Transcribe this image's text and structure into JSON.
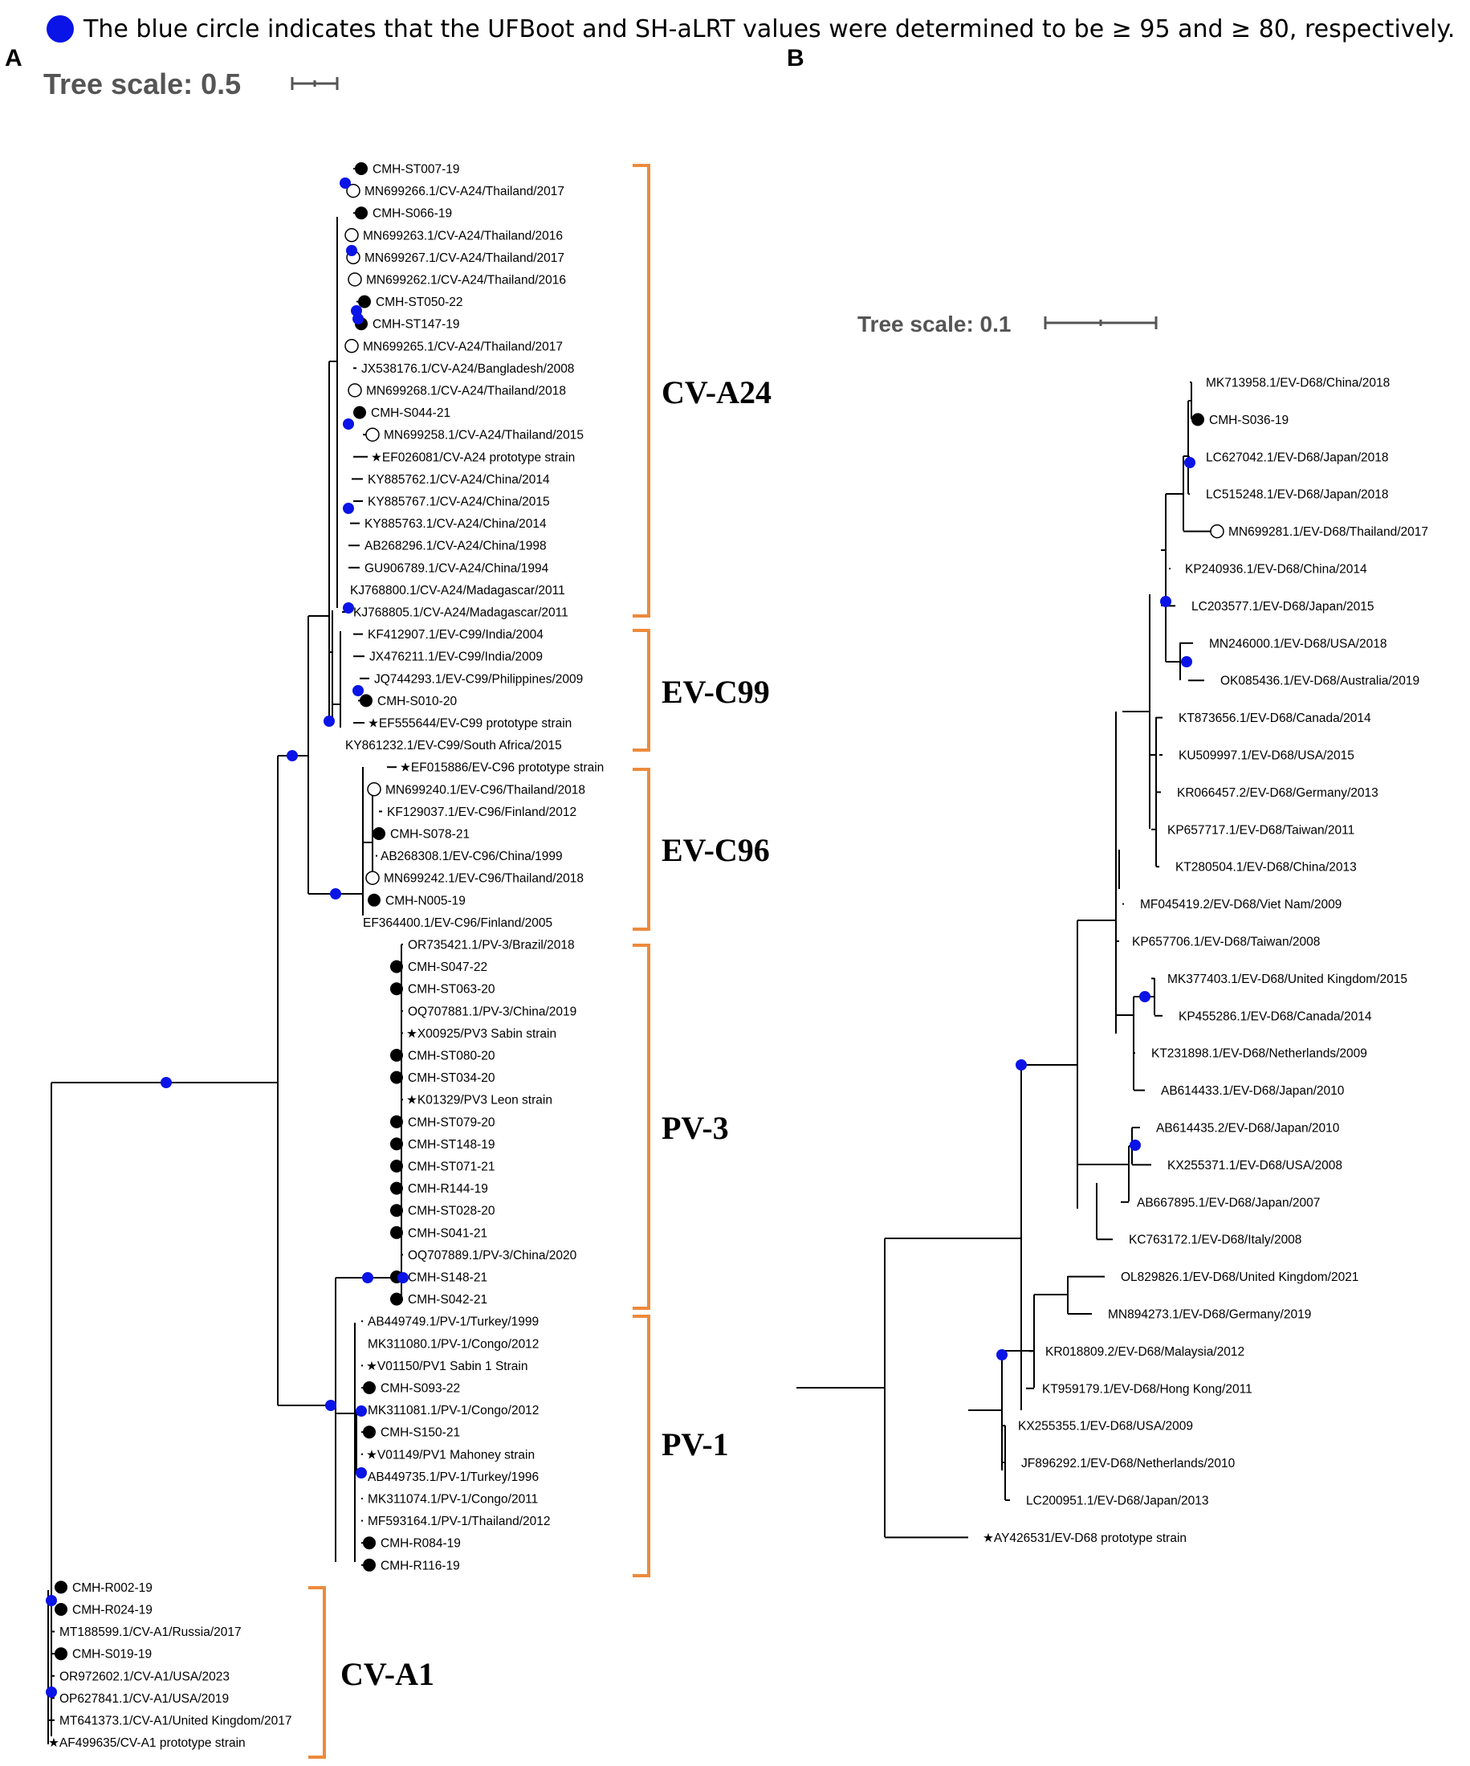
{
  "legend": {
    "text": "The blue circle indicates that the UFBoot and SH-aLRT values were determined to be ≥ 95 and ≥ 80, respectively."
  },
  "panel_a": {
    "label": "A",
    "scale_label": "Tree scale: 0.5",
    "clades": {
      "cva24": "CV-A24",
      "evc99": "EV-C99",
      "evc96": "EV-C96",
      "pv3": "PV-3",
      "pv1": "PV-1",
      "cva1": "CV-A1"
    },
    "tips": [
      {
        "name": "CMH-ST007-19",
        "marker": "filled"
      },
      {
        "name": "MN699266.1/CV-A24/Thailand/2017",
        "marker": "open"
      },
      {
        "name": "CMH-S066-19",
        "marker": "filled"
      },
      {
        "name": "MN699263.1/CV-A24/Thailand/2016",
        "marker": "open"
      },
      {
        "name": "MN699267.1/CV-A24/Thailand/2017",
        "marker": "open"
      },
      {
        "name": "MN699262.1/CV-A24/Thailand/2016",
        "marker": "open"
      },
      {
        "name": "CMH-ST050-22",
        "marker": "filled"
      },
      {
        "name": "CMH-ST147-19",
        "marker": "filled"
      },
      {
        "name": "MN699265.1/CV-A24/Thailand/2017",
        "marker": "open"
      },
      {
        "name": "JX538176.1/CV-A24/Bangladesh/2008",
        "marker": "none"
      },
      {
        "name": "MN699268.1/CV-A24/Thailand/2018",
        "marker": "open"
      },
      {
        "name": "CMH-S044-21",
        "marker": "filled"
      },
      {
        "name": "MN699258.1/CV-A24/Thailand/2015",
        "marker": "open"
      },
      {
        "name": "EF026081/CV-A24 prototype strain",
        "marker": "star"
      },
      {
        "name": "KY885762.1/CV-A24/China/2014",
        "marker": "none"
      },
      {
        "name": "KY885767.1/CV-A24/China/2015",
        "marker": "none"
      },
      {
        "name": "KY885763.1/CV-A24/China/2014",
        "marker": "none"
      },
      {
        "name": "AB268296.1/CV-A24/China/1998",
        "marker": "none"
      },
      {
        "name": "GU906789.1/CV-A24/China/1994",
        "marker": "none"
      },
      {
        "name": "KJ768800.1/CV-A24/Madagascar/2011",
        "marker": "none"
      },
      {
        "name": "KJ768805.1/CV-A24/Madagascar/2011",
        "marker": "none"
      },
      {
        "name": "KF412907.1/EV-C99/India/2004",
        "marker": "none"
      },
      {
        "name": "JX476211.1/EV-C99/India/2009",
        "marker": "none"
      },
      {
        "name": "JQ744293.1/EV-C99/Philippines/2009",
        "marker": "none"
      },
      {
        "name": "CMH-S010-20",
        "marker": "filled"
      },
      {
        "name": "EF555644/EV-C99 prototype strain",
        "marker": "star"
      },
      {
        "name": "KY861232.1/EV-C99/South Africa/2015",
        "marker": "none"
      },
      {
        "name": "EF015886/EV-C96 prototype strain",
        "marker": "star"
      },
      {
        "name": "MN699240.1/EV-C96/Thailand/2018",
        "marker": "open"
      },
      {
        "name": "KF129037.1/EV-C96/Finland/2012",
        "marker": "none"
      },
      {
        "name": "CMH-S078-21",
        "marker": "filled"
      },
      {
        "name": "AB268308.1/EV-C96/China/1999",
        "marker": "none"
      },
      {
        "name": "MN699242.1/EV-C96/Thailand/2018",
        "marker": "open"
      },
      {
        "name": "CMH-N005-19",
        "marker": "filled"
      },
      {
        "name": "EF364400.1/EV-C96/Finland/2005",
        "marker": "none"
      },
      {
        "name": "OR735421.1/PV-3/Brazil/2018",
        "marker": "none"
      },
      {
        "name": "CMH-S047-22",
        "marker": "filled"
      },
      {
        "name": "CMH-ST063-20",
        "marker": "filled"
      },
      {
        "name": "OQ707881.1/PV-3/China/2019",
        "marker": "none"
      },
      {
        "name": "X00925/PV3 Sabin strain",
        "marker": "star"
      },
      {
        "name": "CMH-ST080-20",
        "marker": "filled"
      },
      {
        "name": "CMH-ST034-20",
        "marker": "filled"
      },
      {
        "name": "K01329/PV3 Leon strain",
        "marker": "star"
      },
      {
        "name": "CMH-ST079-20",
        "marker": "filled"
      },
      {
        "name": "CMH-ST148-19",
        "marker": "filled"
      },
      {
        "name": "CMH-ST071-21",
        "marker": "filled"
      },
      {
        "name": "CMH-R144-19",
        "marker": "filled"
      },
      {
        "name": "CMH-ST028-20",
        "marker": "filled"
      },
      {
        "name": "CMH-S041-21",
        "marker": "filled"
      },
      {
        "name": "OQ707889.1/PV-3/China/2020",
        "marker": "none"
      },
      {
        "name": "CMH-S148-21",
        "marker": "filled"
      },
      {
        "name": "CMH-S042-21",
        "marker": "filled"
      },
      {
        "name": "AB449749.1/PV-1/Turkey/1999",
        "marker": "none"
      },
      {
        "name": "MK311080.1/PV-1/Congo/2012",
        "marker": "none"
      },
      {
        "name": "V01150/PV1 Sabin 1 Strain",
        "marker": "star"
      },
      {
        "name": "CMH-S093-22",
        "marker": "filled"
      },
      {
        "name": "MK311081.1/PV-1/Congo/2012",
        "marker": "none"
      },
      {
        "name": "CMH-S150-21",
        "marker": "filled"
      },
      {
        "name": "V01149/PV1 Mahoney strain",
        "marker": "star"
      },
      {
        "name": "AB449735.1/PV-1/Turkey/1996",
        "marker": "none"
      },
      {
        "name": "MK311074.1/PV-1/Congo/2011",
        "marker": "none"
      },
      {
        "name": "MF593164.1/PV-1/Thailand/2012",
        "marker": "none"
      },
      {
        "name": "CMH-R084-19",
        "marker": "filled"
      },
      {
        "name": "CMH-R116-19",
        "marker": "filled"
      },
      {
        "name": "CMH-R002-19",
        "marker": "filled"
      },
      {
        "name": "CMH-R024-19",
        "marker": "filled"
      },
      {
        "name": "MT188599.1/CV-A1/Russia/2017",
        "marker": "none"
      },
      {
        "name": "CMH-S019-19",
        "marker": "filled"
      },
      {
        "name": "OR972602.1/CV-A1/USA/2023",
        "marker": "none"
      },
      {
        "name": "OP627841.1/CV-A1/USA/2019",
        "marker": "none"
      },
      {
        "name": "MT641373.1/CV-A1/United Kingdom/2017",
        "marker": "none"
      },
      {
        "name": "AF499635/CV-A1 prototype strain",
        "marker": "star"
      }
    ]
  },
  "panel_b": {
    "label": "B",
    "scale_label": "Tree scale: 0.1",
    "tips": [
      {
        "name": "MK713958.1/EV-D68/China/2018",
        "marker": "none"
      },
      {
        "name": "CMH-S036-19",
        "marker": "filled"
      },
      {
        "name": "LC627042.1/EV-D68/Japan/2018",
        "marker": "none"
      },
      {
        "name": "LC515248.1/EV-D68/Japan/2018",
        "marker": "none"
      },
      {
        "name": "MN699281.1/EV-D68/Thailand/2017",
        "marker": "open"
      },
      {
        "name": "KP240936.1/EV-D68/China/2014",
        "marker": "none"
      },
      {
        "name": "LC203577.1/EV-D68/Japan/2015",
        "marker": "none"
      },
      {
        "name": "MN246000.1/EV-D68/USA/2018",
        "marker": "none"
      },
      {
        "name": "OK085436.1/EV-D68/Australia/2019",
        "marker": "none"
      },
      {
        "name": "KT873656.1/EV-D68/Canada/2014",
        "marker": "none"
      },
      {
        "name": "KU509997.1/EV-D68/USA/2015",
        "marker": "none"
      },
      {
        "name": "KR066457.2/EV-D68/Germany/2013",
        "marker": "none"
      },
      {
        "name": "KP657717.1/EV-D68/Taiwan/2011",
        "marker": "none"
      },
      {
        "name": "KT280504.1/EV-D68/China/2013",
        "marker": "none"
      },
      {
        "name": "MF045419.2/EV-D68/Viet Nam/2009",
        "marker": "none"
      },
      {
        "name": "KP657706.1/EV-D68/Taiwan/2008",
        "marker": "none"
      },
      {
        "name": "MK377403.1/EV-D68/United Kingdom/2015",
        "marker": "none"
      },
      {
        "name": "KP455286.1/EV-D68/Canada/2014",
        "marker": "none"
      },
      {
        "name": "KT231898.1/EV-D68/Netherlands/2009",
        "marker": "none"
      },
      {
        "name": "AB614433.1/EV-D68/Japan/2010",
        "marker": "none"
      },
      {
        "name": "AB614435.2/EV-D68/Japan/2010",
        "marker": "none"
      },
      {
        "name": "KX255371.1/EV-D68/USA/2008",
        "marker": "none"
      },
      {
        "name": "AB667895.1/EV-D68/Japan/2007",
        "marker": "none"
      },
      {
        "name": "KC763172.1/EV-D68/Italy/2008",
        "marker": "none"
      },
      {
        "name": "OL829826.1/EV-D68/United Kingdom/2021",
        "marker": "none"
      },
      {
        "name": "MN894273.1/EV-D68/Germany/2019",
        "marker": "none"
      },
      {
        "name": "KR018809.2/EV-D68/Malaysia/2012",
        "marker": "none"
      },
      {
        "name": "KT959179.1/EV-D68/Hong Kong/2011",
        "marker": "none"
      },
      {
        "name": "KX255355.1/EV-D68/USA/2009",
        "marker": "none"
      },
      {
        "name": "JF896292.1/EV-D68/Netherlands/2010",
        "marker": "none"
      },
      {
        "name": "LC200951.1/EV-D68/Japan/2013",
        "marker": "none"
      },
      {
        "name": "AY426531/EV-D68 prototype strain",
        "marker": "star"
      }
    ]
  },
  "colors": {
    "support_dot": "#0a14e6",
    "bracket": "#ed8a3c",
    "branch": "#000000",
    "scale": "#555555"
  }
}
